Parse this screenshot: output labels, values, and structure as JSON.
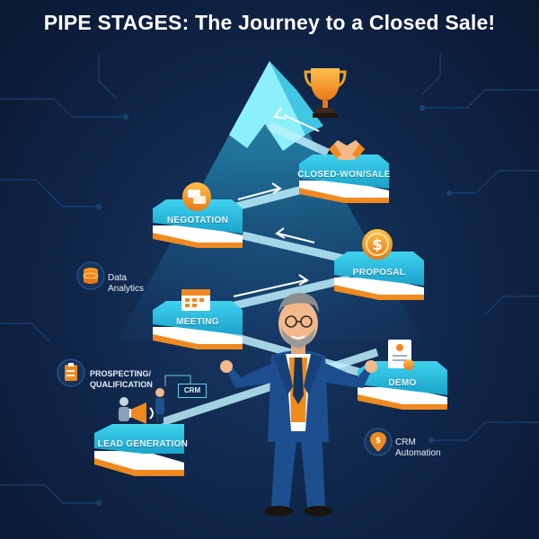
{
  "title": "PIPE STAGES: The Journey to a Closed Sale!",
  "stages": [
    {
      "label": "LEAD GENERATION",
      "icon": "megaphone-icon"
    },
    {
      "label": "DEMO",
      "icon": "document-icon"
    },
    {
      "label": "MEETING",
      "icon": "calendar-icon"
    },
    {
      "label": "PROPOSAL",
      "icon": "dollar-coin-icon"
    },
    {
      "label": "NEGOTATION",
      "icon": "chat-bubbles-icon"
    },
    {
      "label": "CLOSED-WON/SALE",
      "icon": "handshake-icon"
    }
  ],
  "side_labels": {
    "data_analytics": {
      "line1": "Data",
      "line2": "Analytics",
      "icon": "database-icon"
    },
    "prospecting": {
      "line1": "PROSPECTING/",
      "line2": "QUALIFICATION",
      "icon": "clipboard-icon"
    },
    "crm_automation": {
      "line1": "CRM",
      "line2": "Automation",
      "icon": "location-dollar-icon"
    }
  },
  "crm_tag": "CRM",
  "summit_icon": "trophy-icon",
  "colors": {
    "background": "#10284d",
    "platform_top": "#27bfe0",
    "platform_stripe_orange": "#f08a1f",
    "platform_stripe_white": "#ffffff",
    "mountain": "#2fb3d6",
    "accent_orange": "#f5a21a",
    "suit": "#1d4f8f"
  }
}
